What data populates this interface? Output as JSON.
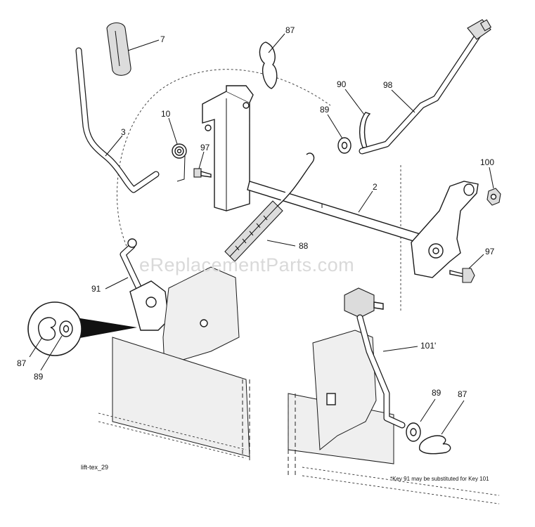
{
  "callouts": {
    "grip": "7",
    "pin_top": "87",
    "spring_torsion": "10",
    "bolt_upper": "97",
    "lever": "3",
    "clip": "90",
    "washer_top": "89",
    "rod": "98",
    "nut": "100",
    "shaft": "2",
    "extension_spring": "88",
    "bolt_right": "97",
    "lift_link": "91",
    "inset_pin": "87",
    "inset_washer": "89",
    "alt_link": "101'",
    "washer_bottom": "89",
    "pin_bottom": "87"
  },
  "figure_id": "lift-tex_29",
  "footnote": "*Key 91 may be substituted for Key 101",
  "watermark": "eReplacementParts.com"
}
